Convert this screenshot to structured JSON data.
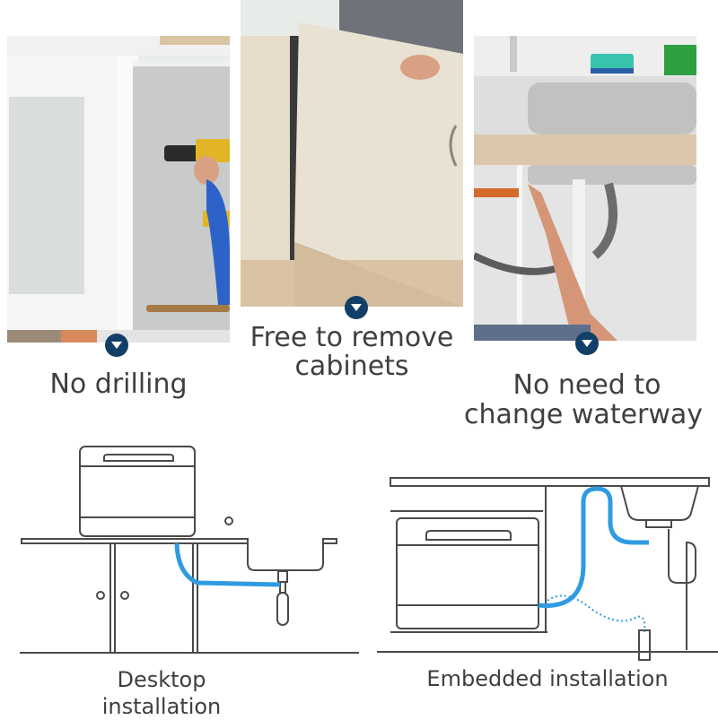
{
  "features": [
    {
      "label": "No drilling",
      "scene": "cabinet-drilling"
    },
    {
      "label_line1": "Free to remove",
      "label_line2": "cabinets",
      "scene": "remove-cabinet-door"
    },
    {
      "label_line1": "No need to",
      "label_line2": "change waterway",
      "scene": "sink-plumbing"
    }
  ],
  "diagrams": [
    {
      "label_line1": "Desktop",
      "label_line2": "installation"
    },
    {
      "label": "Embedded installation"
    }
  ],
  "colors": {
    "badge": "#123f67",
    "caption_text": "#3f3f3f",
    "line_art": "#4a4a4a",
    "water_hose": "#2f9be0"
  }
}
